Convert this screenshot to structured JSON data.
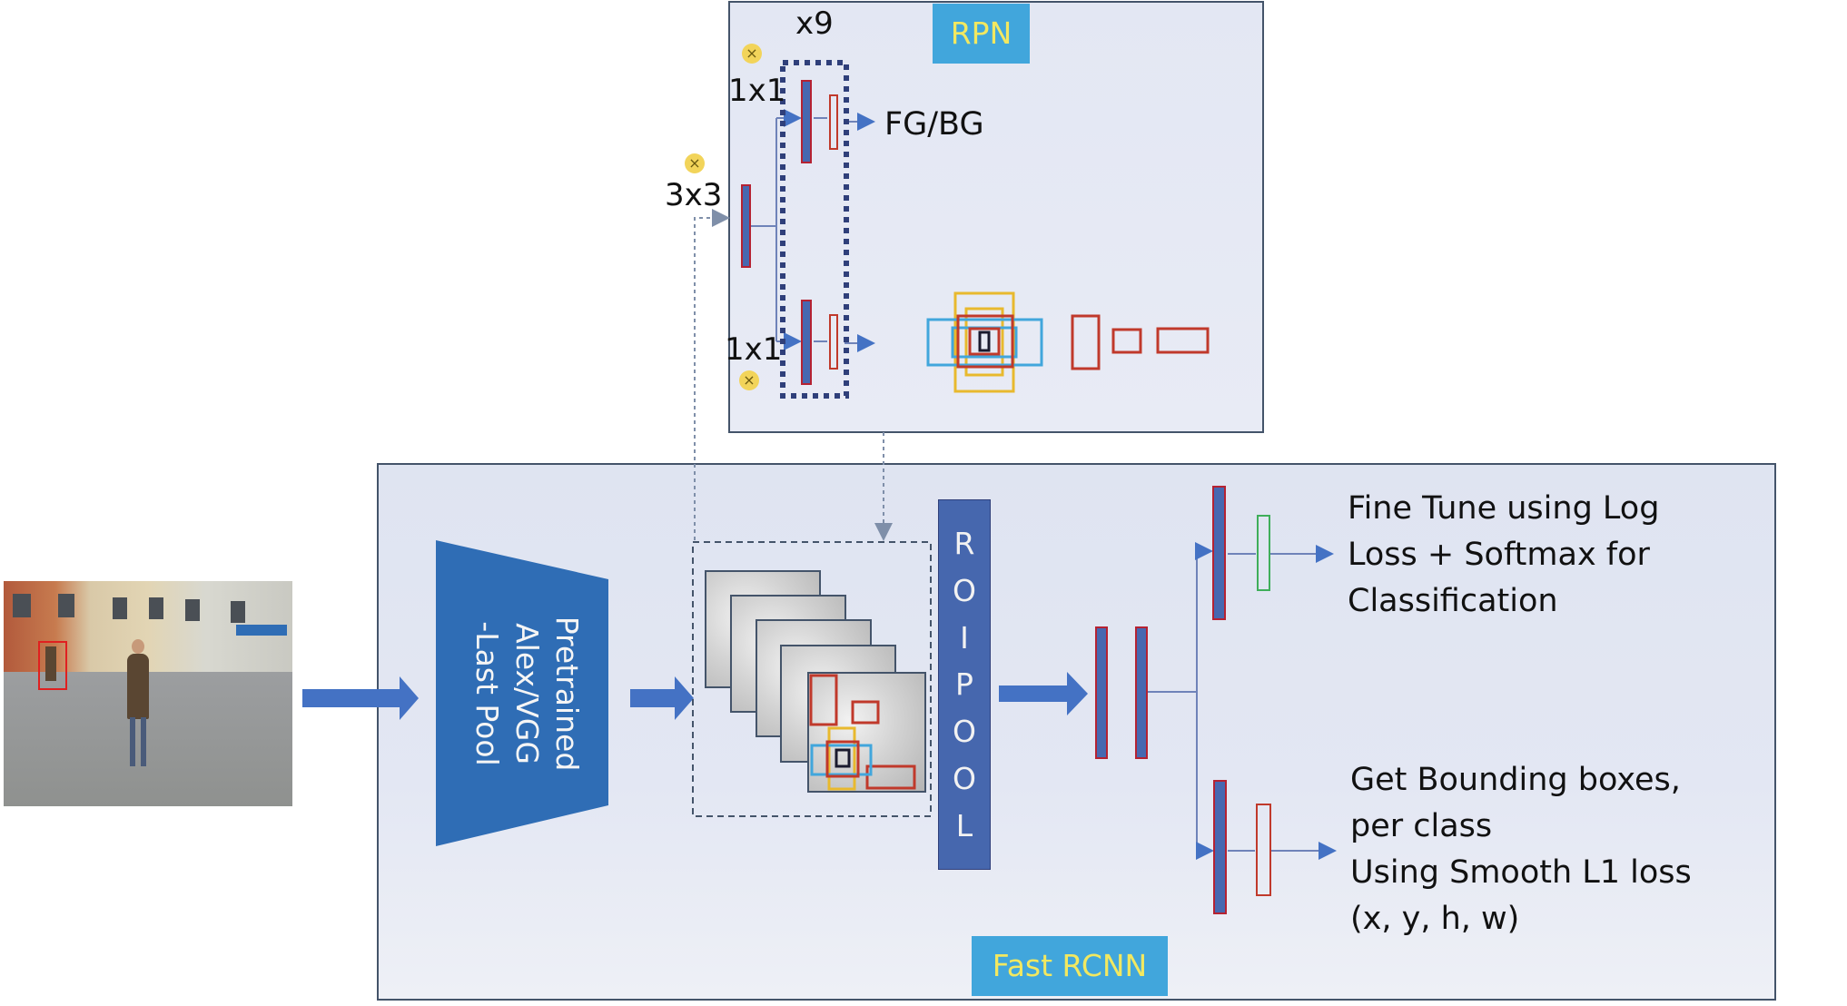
{
  "rpn": {
    "tag": "RPN",
    "x9": "x9",
    "conv3x3": "3x3",
    "conv1x1_top": "1x1",
    "conv1x1_bottom": "1x1",
    "fgbg": "FG/BG"
  },
  "fast_rcnn": {
    "tag": "Fast RCNN",
    "backbone_lines": [
      "Pretrained",
      "Alex/VGG",
      "-Last Pool"
    ],
    "roipool_letters": [
      "R",
      "O",
      "I",
      "P",
      "O",
      "O",
      "L"
    ],
    "cls_lines": [
      "Fine Tune using Log",
      "Loss + Softmax for",
      "Classification"
    ],
    "bbox_lines": [
      "Get Bounding boxes,",
      "per class",
      "Using Smooth L1 loss",
      "(x, y, h, w)"
    ]
  },
  "colors": {
    "panel_bg": "#e3e7f3",
    "panel_border": "#44546a",
    "arrow": "#4472c4",
    "bar_fill": "#4768b0",
    "bar_border": "#b52232",
    "box_red": "#c0392b",
    "box_yellow": "#e8b92e",
    "box_cyan": "#41a6dc",
    "tag_bg": "#41a6dc",
    "tag_text": "#f2e860",
    "trapezoid": "#2f6db5"
  },
  "icons": {
    "feature_map": "feature-map-stack",
    "multiply_symbol": "multiply-circle-icon"
  }
}
